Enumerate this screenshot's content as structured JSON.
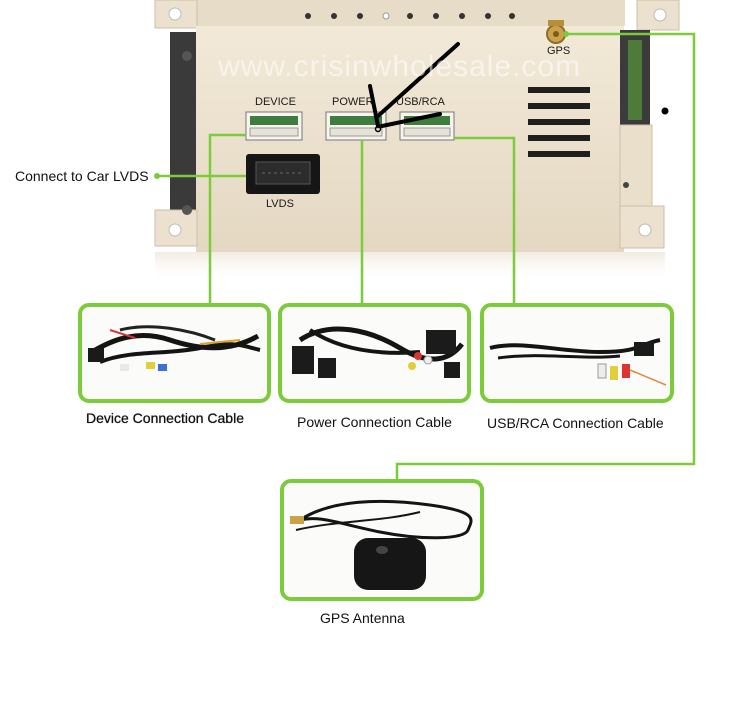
{
  "watermark": "www.crisinwholesale.com",
  "ports": {
    "device": "DEVICE",
    "power": "POWER",
    "usb_rca": "USB/RCA",
    "lvds": "LVDS",
    "gps": "GPS"
  },
  "callouts": {
    "lvds_connect": "Connect to Car LVDS"
  },
  "captions": {
    "device_cable": "Device Connection Cable",
    "power_cable": "Power Connection Cable",
    "usb_rca_cable": "USB/RCA Connection Cable",
    "gps_antenna": "GPS Antenna"
  },
  "colors": {
    "accent_green": "#7ccb3a",
    "chassis": "#ede2cf",
    "cable_black": "#141414"
  }
}
